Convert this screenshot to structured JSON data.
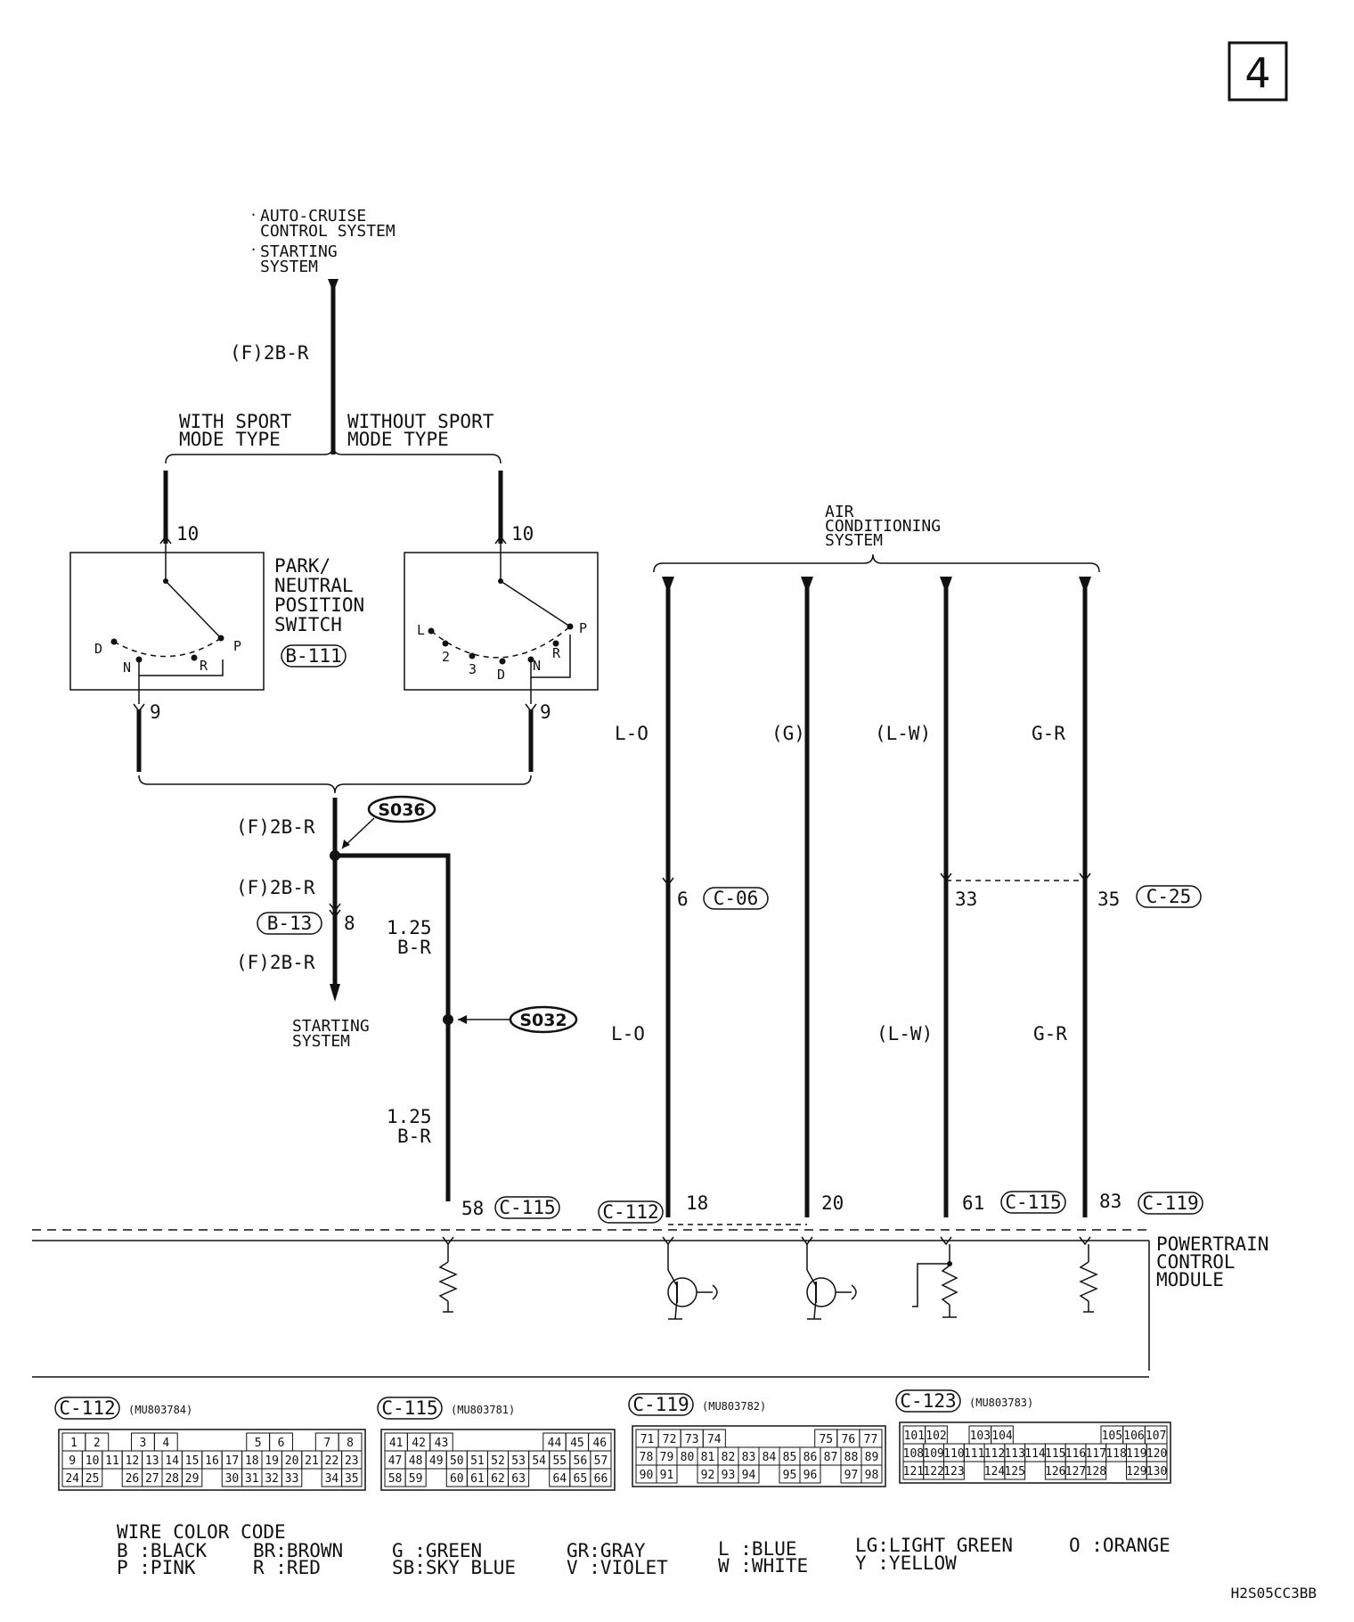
{
  "page_number": "4",
  "diagram_code": "H2S05CC3BB",
  "top_feed": {
    "lines": [
      "AUTO-CRUISE",
      "CONTROL SYSTEM",
      "STARTING",
      "SYSTEM"
    ],
    "wire": "(F)2B-R"
  },
  "variants": {
    "with_sport": [
      "WITH SPORT",
      "MODE TYPE"
    ],
    "without_sport": [
      "WITHOUT SPORT",
      "MODE TYPE"
    ]
  },
  "switch": {
    "name_lines": [
      "PARK/",
      "NEUTRAL",
      "POSITION",
      "SWITCH"
    ],
    "connector": "B-111",
    "pin_top_left": "10",
    "pin_top_right": "10",
    "pin_bottom_left": "9",
    "pin_bottom_right": "9",
    "left_positions": {
      "D": "D",
      "N": "N",
      "R": "R",
      "P": "P"
    },
    "right_positions": {
      "L": "L",
      "two": "2",
      "three": "3",
      "D": "D",
      "N": "N",
      "R": "R",
      "P": "P"
    }
  },
  "lower_left": {
    "wire_a": "(F)2B-R",
    "wire_b": "(F)2B-R",
    "wire_c": "(F)2B-R",
    "splice_1": "S036",
    "splice_2": "S032",
    "connector": "B-13",
    "connector_pin": "8",
    "dest_lines": [
      "STARTING",
      "SYSTEM"
    ],
    "branch_wire_upper": [
      "1.25",
      "B-R"
    ],
    "branch_wire_lower": [
      "1.25",
      "B-R"
    ]
  },
  "ac_system": {
    "lines": [
      "AIR",
      "CONDITIONING",
      "SYSTEM"
    ],
    "wires": [
      {
        "upper_label": "L-O",
        "lower_label": "L-O",
        "mid_pin": "6",
        "mid_connector": "C-06",
        "pcm_pin": "18",
        "pcm_connector": "C-112"
      },
      {
        "upper_label": "(G)",
        "lower_label": "",
        "mid_pin": "",
        "mid_connector": "",
        "pcm_pin": "20",
        "pcm_connector": ""
      },
      {
        "upper_label": "(L-W)",
        "lower_label": "(L-W)",
        "mid_pin": "33",
        "mid_connector": "",
        "pcm_pin": "61",
        "pcm_connector": "C-115"
      },
      {
        "upper_label": "G-R",
        "lower_label": "G-R",
        "mid_pin": "35",
        "mid_connector": "C-25",
        "pcm_pin": "83",
        "pcm_connector": "C-119"
      }
    ]
  },
  "pcm": {
    "name_lines": [
      "POWERTRAIN",
      "CONTROL",
      "MODULE"
    ],
    "pin_58": "58",
    "pin_58_connector": "C-115"
  },
  "connectors": [
    {
      "name": "C-112",
      "part": "(MU803784)",
      "rows": [
        [
          "1",
          "2",
          "",
          "3",
          "4",
          "",
          "",
          "",
          "5",
          "6",
          "",
          "7",
          "8"
        ],
        [
          "9",
          "10",
          "11",
          "12",
          "13",
          "14",
          "15",
          "16",
          "17",
          "18",
          "19",
          "20",
          "21",
          "22",
          "23"
        ],
        [
          "24",
          "25",
          "",
          "26",
          "27",
          "28",
          "29",
          "",
          "30",
          "31",
          "32",
          "33",
          "",
          "34",
          "35"
        ]
      ]
    },
    {
      "name": "C-115",
      "part": "(MU803781)",
      "rows": [
        [
          "41",
          "42",
          "43",
          "",
          "",
          "",
          "",
          "44",
          "45",
          "46"
        ],
        [
          "47",
          "48",
          "49",
          "50",
          "51",
          "52",
          "53",
          "54",
          "55",
          "56",
          "57"
        ],
        [
          "58",
          "59",
          "",
          "60",
          "61",
          "62",
          "63",
          "",
          "64",
          "65",
          "66"
        ]
      ]
    },
    {
      "name": "C-119",
      "part": "(MU803782)",
      "rows": [
        [
          "71",
          "72",
          "73",
          "74",
          "",
          "",
          "",
          "",
          "75",
          "76",
          "77"
        ],
        [
          "78",
          "79",
          "80",
          "81",
          "82",
          "83",
          "84",
          "85",
          "86",
          "87",
          "88",
          "89"
        ],
        [
          "90",
          "91",
          "",
          "92",
          "93",
          "94",
          "",
          "95",
          "96",
          "",
          "97",
          "98"
        ]
      ]
    },
    {
      "name": "C-123",
      "part": "(MU803783)",
      "rows": [
        [
          "101",
          "102",
          "",
          "103",
          "104",
          "",
          "",
          "",
          "",
          "105",
          "106",
          "107"
        ],
        [
          "108",
          "109",
          "110",
          "111",
          "112",
          "113",
          "114",
          "115",
          "116",
          "117",
          "118",
          "119",
          "120"
        ],
        [
          "121",
          "122",
          "123",
          "",
          "124",
          "125",
          "",
          "126",
          "127",
          "128",
          "",
          "129",
          "130"
        ]
      ]
    }
  ],
  "color_code": {
    "title": "WIRE COLOR CODE",
    "row1": [
      "B :BLACK",
      "BR:BROWN",
      "G :GREEN",
      "GR:GRAY",
      "L :BLUE",
      "LG:LIGHT GREEN",
      "O :ORANGE"
    ],
    "row2": [
      "P :PINK",
      "R :RED",
      "SB:SKY BLUE",
      "V :VIOLET",
      "W :WHITE",
      "Y :YELLOW"
    ]
  }
}
